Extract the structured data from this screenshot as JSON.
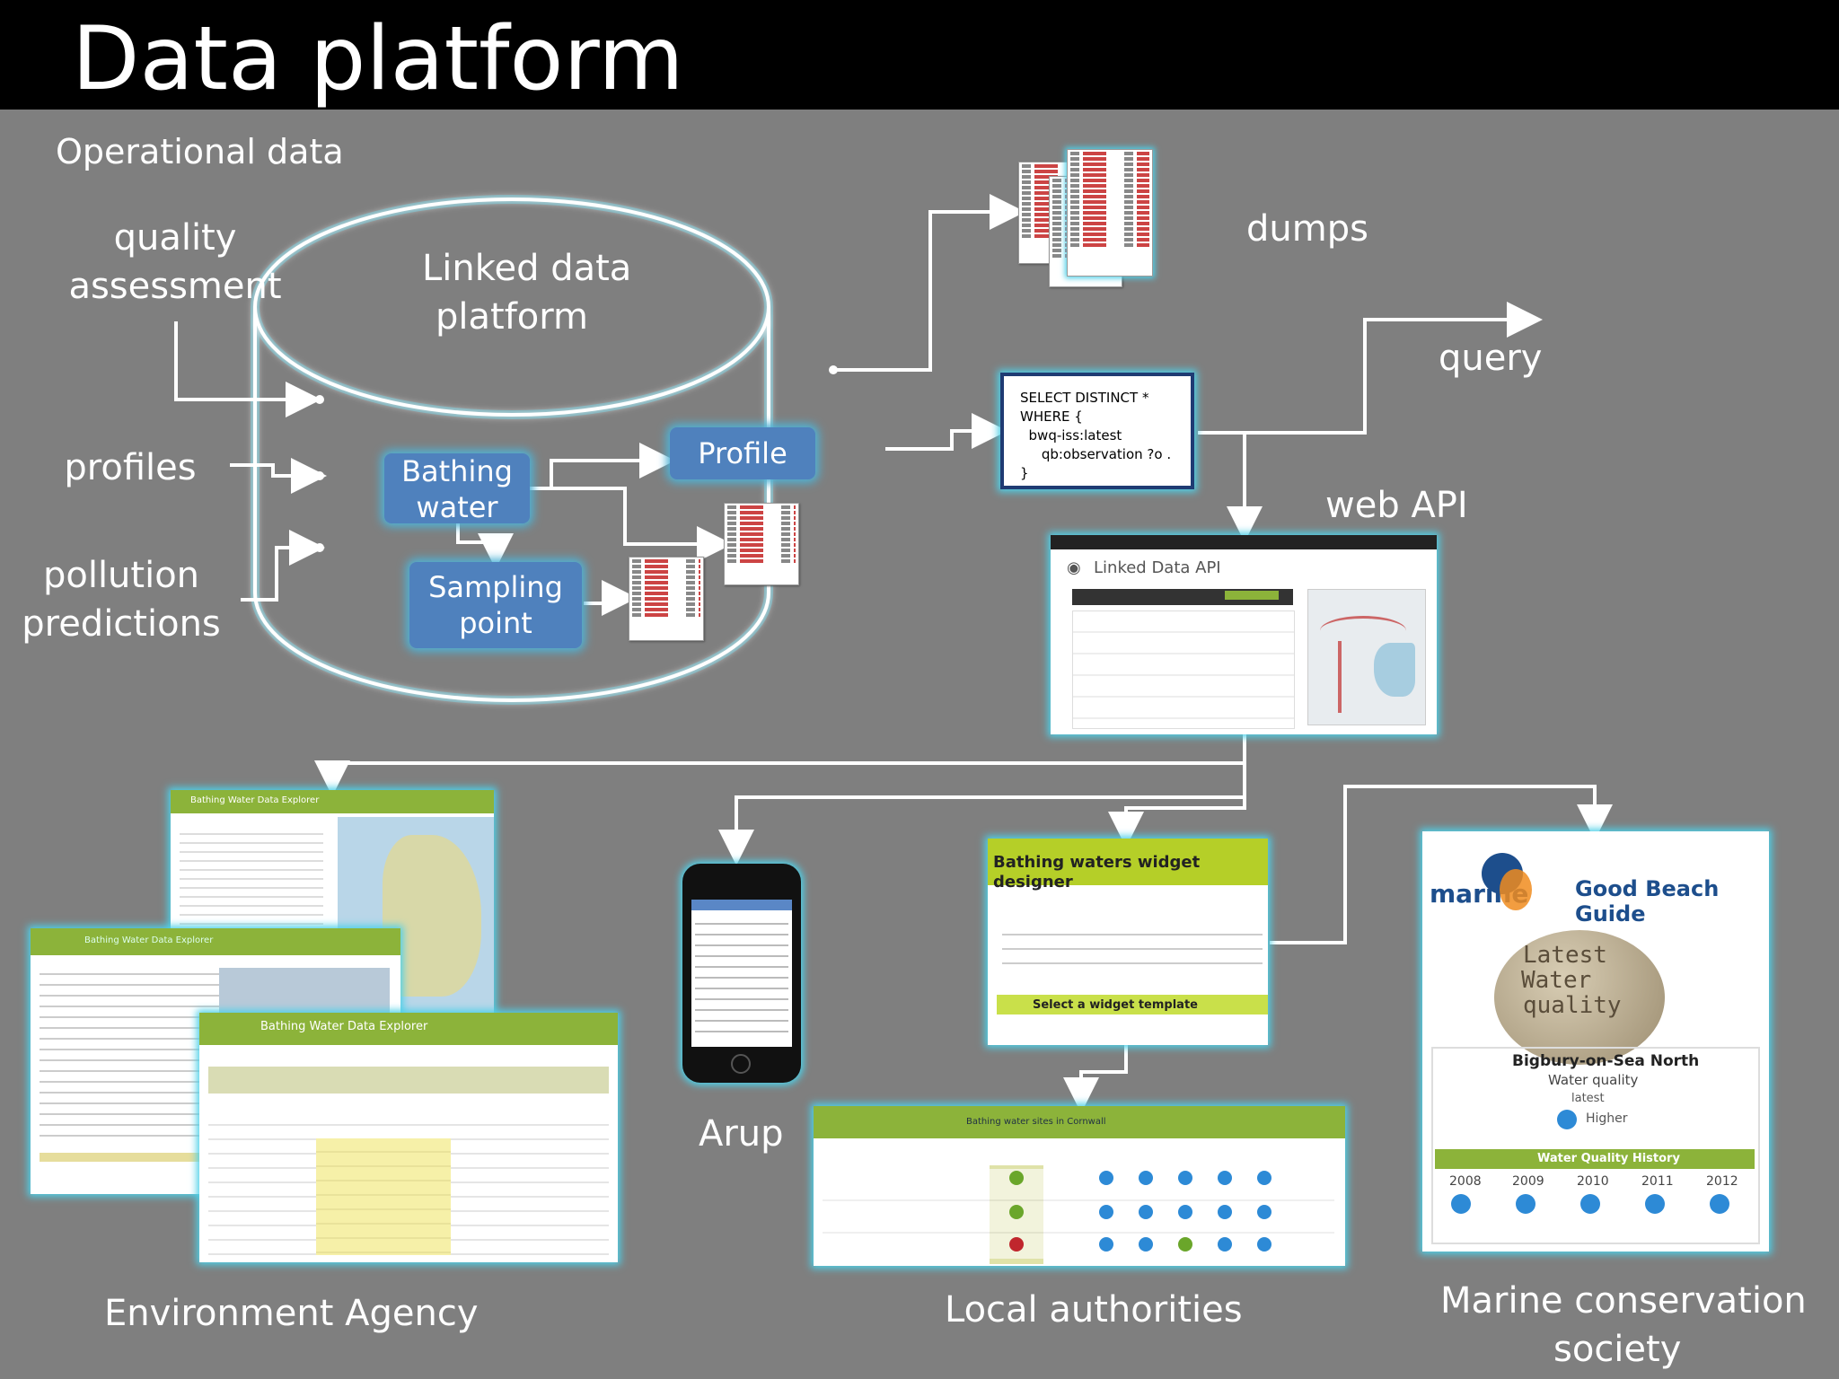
{
  "title": "Data platform",
  "inputs_heading": "Operational data",
  "inputs": [
    "quality",
    "assessment",
    "profiles",
    "pollution",
    "predictions"
  ],
  "platform": {
    "line1": "Linked data",
    "line2": "platform"
  },
  "nodes": {
    "bathing_1": "Bathing",
    "bathing_2": "water",
    "profile": "Profile",
    "sampling_1": "Sampling",
    "sampling_2": "point"
  },
  "outputs": {
    "dumps": "dumps",
    "query": "query",
    "web_api": "web API"
  },
  "sparql": "SELECT DISTINCT *\nWHERE {\n  bwq-iss:latest\n     qb:observation ?o .\n}",
  "consumers": {
    "ea": "Environment Agency",
    "arup": "Arup",
    "local": "Local authorities",
    "mcs_1": "Marine conservation",
    "mcs_2": "society"
  },
  "screens": {
    "linked_api": "Linked Data API",
    "explorer": "Bathing Water Data Explorer",
    "widget_title": "Bathing waters widget designer",
    "widget_step": "Select a widget template",
    "cornwall": "Bathing water sites in Cornwall",
    "gbg_brand": "Good Beach Guide",
    "gbg_marine": "marine",
    "gbg_site": "Bigbury-on-Sea North",
    "gbg_wq": "Water quality",
    "gbg_latest": "latest",
    "gbg_higher": "Higher",
    "gbg_history": "Water Quality History",
    "gbg_years": [
      "2008",
      "2009",
      "2010",
      "2011",
      "2012"
    ],
    "stone_1": "Latest",
    "stone_2": "Water",
    "stone_3": "quality"
  },
  "colors": {
    "wire": "#ffffff",
    "glow": "#4fd0e8",
    "node": "#4f81bd",
    "title_bar": "#000000",
    "background": "#7f7f7f"
  }
}
